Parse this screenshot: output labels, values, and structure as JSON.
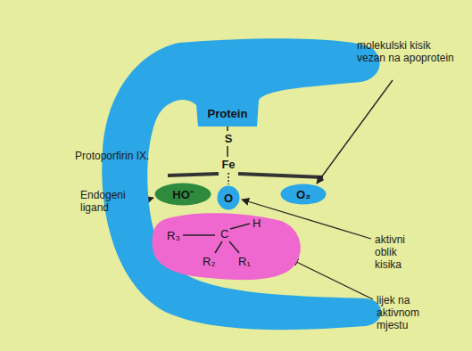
{
  "diagram": {
    "nodes": [
      {
        "text": [
          "Protein"
        ]
      },
      {
        "text": [
          "HO⁻"
        ]
      },
      {
        "text": [
          "O"
        ]
      },
      {
        "text": [
          "O₂"
        ]
      },
      {
        "text": [
          "R₃",
          "C",
          "H",
          "R₂",
          "R₁"
        ]
      }
    ],
    "labels": [
      "molekulski kisik vezan na apoprotein",
      "S",
      "Fe",
      "Protoporfirin IX.",
      "Endogeni ligand",
      "aktivni oblik kisika",
      "lijek na aktivnom mjestu"
    ]
  }
}
